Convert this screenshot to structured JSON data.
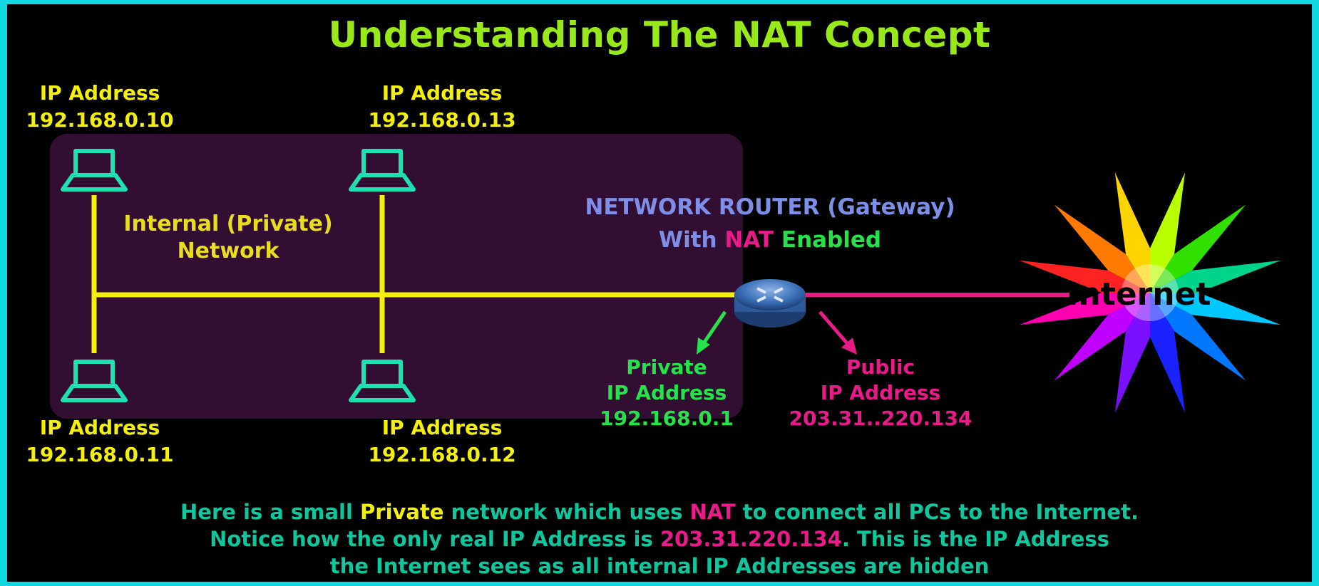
{
  "title": "Understanding The NAT Concept",
  "computers": [
    {
      "label": "IP Address",
      "ip": "192.168.0.10"
    },
    {
      "label": "IP Address",
      "ip": "192.168.0.13"
    },
    {
      "label": "IP Address",
      "ip": "192.168.0.11"
    },
    {
      "label": "IP Address",
      "ip": "192.168.0.12"
    }
  ],
  "network_label": {
    "line1": "Internal (Private)",
    "line2": "Network"
  },
  "router": {
    "line1": "NETWORK ROUTER (Gateway)",
    "line2_prefix": "With ",
    "line2_nat": "NAT",
    "line2_suffix": " Enabled"
  },
  "private_ip": {
    "line1": "Private",
    "line2": "IP Address",
    "ip": "192.168.0.1"
  },
  "public_ip": {
    "line1": "Public",
    "line2": "IP Address",
    "ip": "203.31..220.134"
  },
  "internet_label": "Internet",
  "caption": {
    "l1_a": "Here is a small ",
    "l1_b": "Private",
    "l1_c": " network which uses ",
    "l1_d": "NAT",
    "l1_e": " to connect all PCs to the Internet.",
    "l2_a": "Notice how the only real IP Address is ",
    "l2_b": "203.31.220.134",
    "l2_c": ". This is the IP Address",
    "l3": "the Internet sees as all internal IP Addresses are hidden"
  },
  "colors": {
    "background": "#000000",
    "border": "#12d6e0",
    "title": "#99e81a",
    "label_yellow": "#f2f00c",
    "private_network": "#330e33",
    "computer_icon": "#1fe0b0",
    "link_private": "#f2f00c",
    "link_public": "#e81c88",
    "router": "#3a6fb8",
    "private_ip": "#27e34b",
    "public_ip": "#e81c88",
    "caption": "#0fc79c"
  },
  "icons": [
    "laptop-icon",
    "router-icon",
    "internet-star-icon",
    "arrow-icon"
  ]
}
